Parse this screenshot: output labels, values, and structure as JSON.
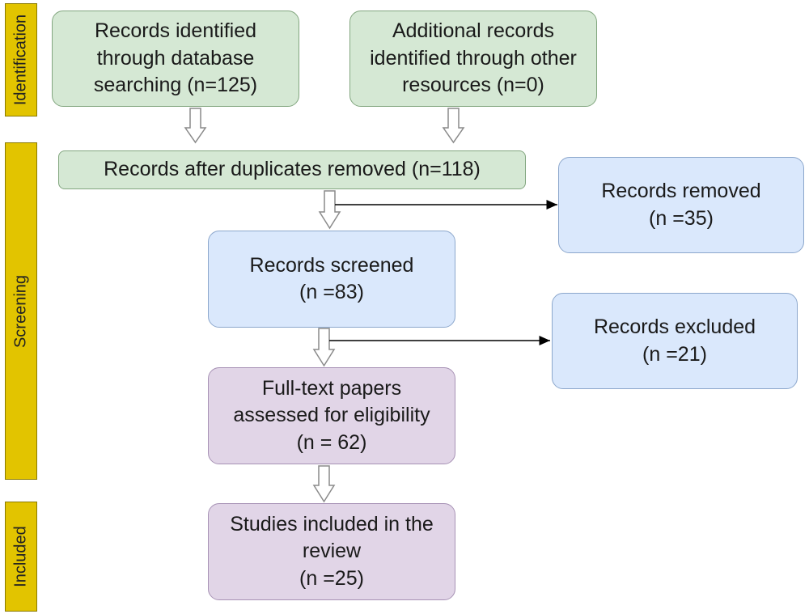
{
  "phases": {
    "identification": "Identification",
    "screening": "Screening",
    "included": "Included"
  },
  "boxes": {
    "db_search": "Records identified\nthrough database\nsearching (n=125)",
    "other_sources": "Additional records\nidentified through other\nresources (n=0)",
    "after_duplicates": "Records after duplicates removed (n=118)",
    "records_removed": "Records removed\n(n =35)",
    "screened": "Records screened\n(n =83)",
    "excluded": "Records excluded\n(n =21)",
    "full_text": "Full-text papers\nassessed for eligibility\n(n = 62)",
    "included": "Studies included in the\nreview\n(n =25)"
  },
  "colors": {
    "phase_label": "#e2c400",
    "identification_boxes": "#d5e8d4",
    "screening_boxes": "#dae8fc",
    "eligibility_boxes": "#e1d5e7"
  }
}
